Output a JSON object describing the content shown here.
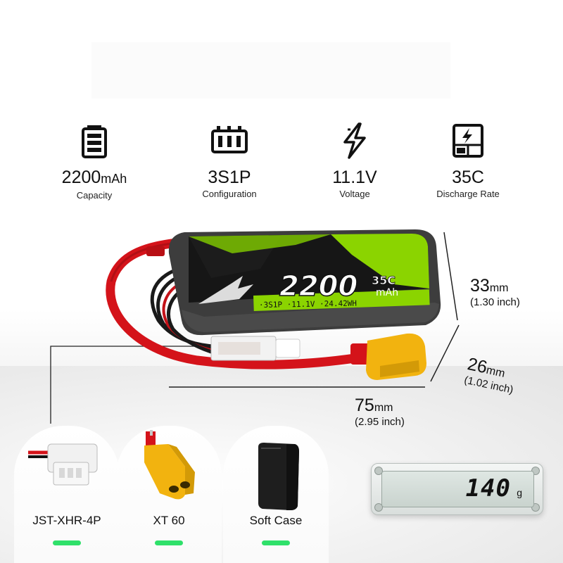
{
  "specs": [
    {
      "icon": "battery-icon",
      "value": "2200",
      "unit": "mAh",
      "label": "Capacity"
    },
    {
      "icon": "cell-configuration-icon",
      "value": "3S1P",
      "unit": "",
      "label": "Configuration"
    },
    {
      "icon": "lightning-bolt-icon",
      "value": "11.1V",
      "unit": "",
      "label": "Voltage"
    },
    {
      "icon": "discharge-rate-icon",
      "value": "35C",
      "unit": "",
      "label": "Discharge Rate"
    }
  ],
  "battery_label": {
    "capacity": "2200",
    "rate": "35C",
    "unit": "mAh",
    "specs_line": "·3S1P ·11.1V ·24.42WH"
  },
  "dimensions": {
    "height": {
      "value": "33",
      "unit": "mm",
      "inch": "(1.30 inch)"
    },
    "width": {
      "value": "26",
      "unit": "mm",
      "inch": "(1.02 inch)"
    },
    "length": {
      "value": "75",
      "unit": "mm",
      "inch": "(2.95 inch)"
    }
  },
  "accessories": [
    {
      "name": "JST-XHR-4P"
    },
    {
      "name": "XT 60"
    },
    {
      "name": "Soft Case"
    }
  ],
  "scale": {
    "reading": "140",
    "unit": "g"
  },
  "colors": {
    "accent_green": "#8bd400",
    "indicator_green": "#2fe06a",
    "battery_body": "#3d3d3d",
    "xt60_yellow": "#f2b30f",
    "wire_red": "#d4131a"
  }
}
